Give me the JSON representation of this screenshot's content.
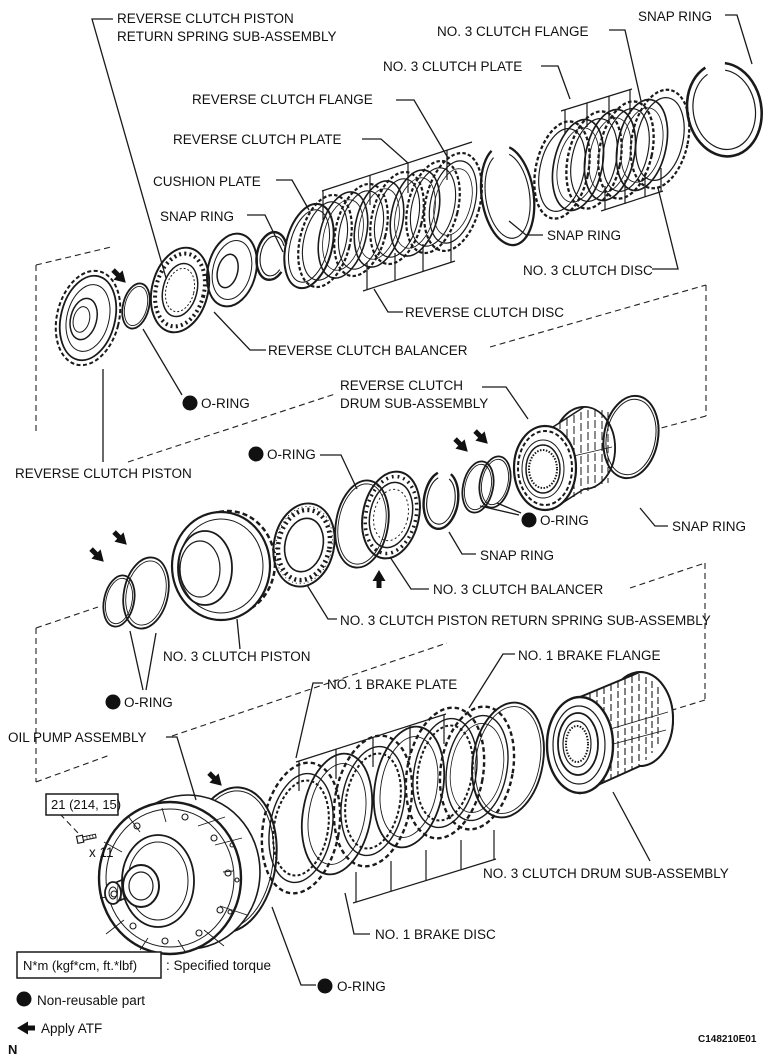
{
  "labels": {
    "rcprs1": "REVERSE CLUTCH PISTON",
    "rcprs2": "RETURN SPRING SUB-ASSEMBLY",
    "snap_tr": "SNAP RING",
    "n3_flange": "NO. 3 CLUTCH FLANGE",
    "n3_plate": "NO. 3 CLUTCH PLATE",
    "rc_flange": "REVERSE CLUTCH FLANGE",
    "rc_plate": "REVERSE CLUTCH PLATE",
    "cushion": "CUSHION PLATE",
    "snap_ul": "SNAP RING",
    "snap_mid": "SNAP RING",
    "n3_disc": "NO. 3 CLUTCH DISC",
    "rc_disc": "REVERSE CLUTCH DISC",
    "rc_balancer": "REVERSE CLUTCH BALANCER",
    "oring1": "O-RING",
    "rcd1": "REVERSE CLUTCH",
    "rcd2": "DRUM SUB-ASSEMBLY",
    "rc_piston": "REVERSE CLUTCH PISTON",
    "oring2": "O-RING",
    "oring3": "O-RING",
    "snap_r": "SNAP RING",
    "snap_c": "SNAP RING",
    "n3_balancer": "NO. 3 CLUTCH BALANCER",
    "n3_prs": "NO. 3 CLUTCH PISTON RETURN SPRING SUB-ASSEMBLY",
    "n3_piston": "NO. 3 CLUTCH PISTON",
    "n1_flange": "NO. 1 BRAKE FLANGE",
    "n1_plate": "NO. 1 BRAKE PLATE",
    "oring4": "O-RING",
    "oil_pump": "OIL PUMP ASSEMBLY",
    "n3_drum": "NO. 3 CLUTCH DRUM SUB-ASSEMBLY",
    "n1_disc": "NO. 1 BRAKE DISC",
    "oring5": "O-RING"
  },
  "callouts": {
    "torque": "21 (214, 15)",
    "bolt_count": "x 11"
  },
  "legend": {
    "torque_unit": "N*m (kgf*cm, ft.*lbf)",
    "torque_desc": ": Specified torque",
    "non_reusable": "Non-reusable part",
    "apply_atf": "Apply ATF"
  },
  "footer": {
    "page_marker": "N",
    "figure_code": "C148210E01"
  },
  "colors": {
    "line": "#1a1a1a",
    "background": "#ffffff"
  }
}
